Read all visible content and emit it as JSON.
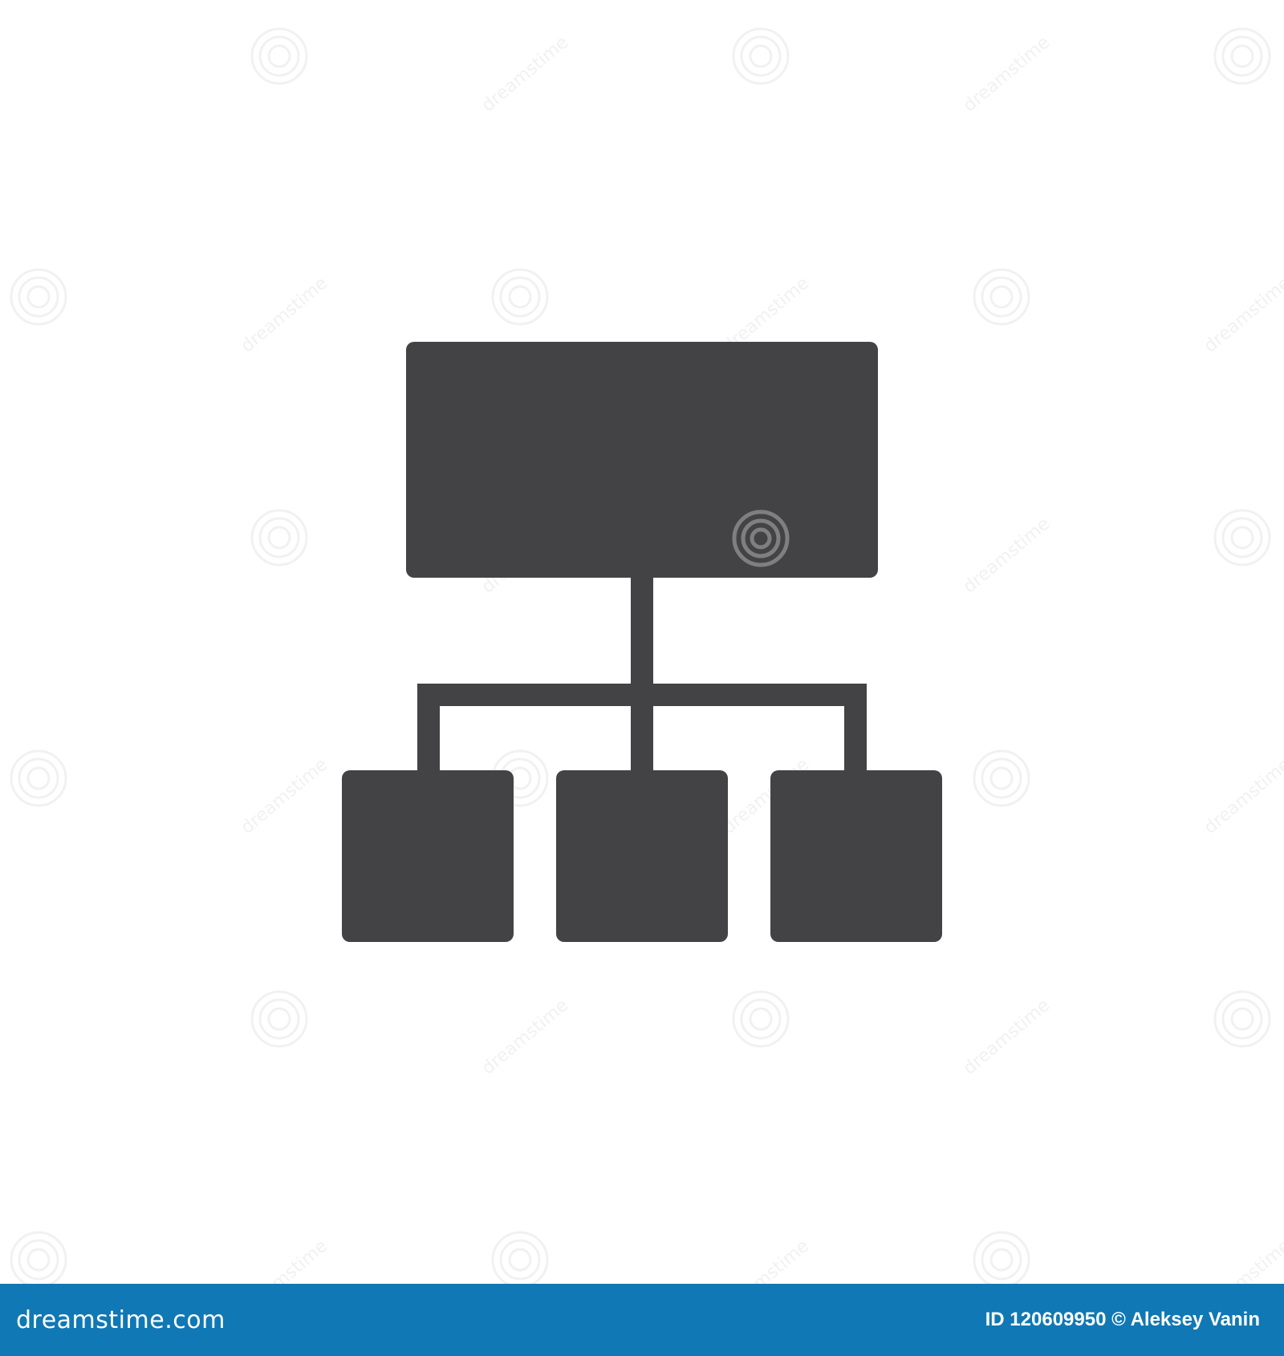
{
  "image": {
    "icon": "hierarchy-structure-icon",
    "icon_color": "#434345",
    "background_color": "#ffffff",
    "watermark_text": "dreamstime",
    "watermark_icon": "spiral-logo-icon",
    "footer": {
      "background_color": "#1078b4",
      "logo_text": "dreamstime.com",
      "credit": "ID 120609950 © Aleksey Vanin"
    }
  }
}
